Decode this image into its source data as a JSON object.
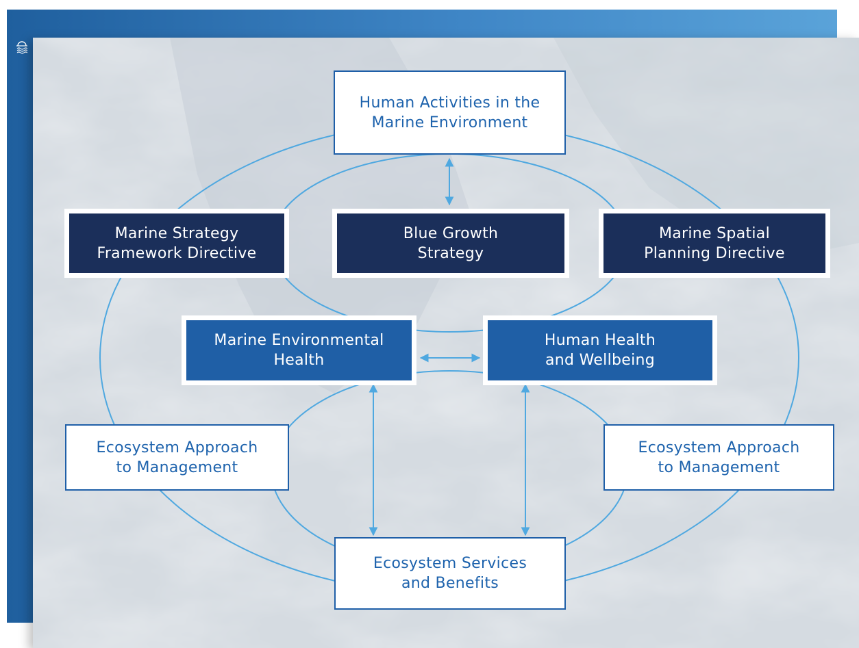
{
  "colors": {
    "band": "#3f86c6",
    "panel": "#d7dde3",
    "line": "#4fa8e0",
    "dark_box": "#1b2f5a",
    "mid_box": "#1f5fa6",
    "light_box_text": "#1e63ad"
  },
  "icons": {
    "corner": "sun-over-waves-icon"
  },
  "diagram": {
    "top": {
      "line1": "Human Activities in the",
      "line2": "Marine Environment"
    },
    "msfd": {
      "line1": "Marine Strategy",
      "line2": "Framework Directive"
    },
    "blue_growth": {
      "line1": "Blue Growth",
      "line2": "Strategy"
    },
    "mspd": {
      "line1": "Marine Spatial",
      "line2": "Planning Directive"
    },
    "env_health": {
      "line1": "Marine Environmental",
      "line2": "Health"
    },
    "human_health": {
      "line1": "Human Health",
      "line2": "and Wellbeing"
    },
    "eam_left": {
      "line1": "Ecosystem Approach",
      "line2": "to Management"
    },
    "eam_right": {
      "line1": "Ecosystem Approach",
      "line2": "to Management"
    },
    "services": {
      "line1": "Ecosystem Services",
      "line2": "and Benefits"
    }
  }
}
